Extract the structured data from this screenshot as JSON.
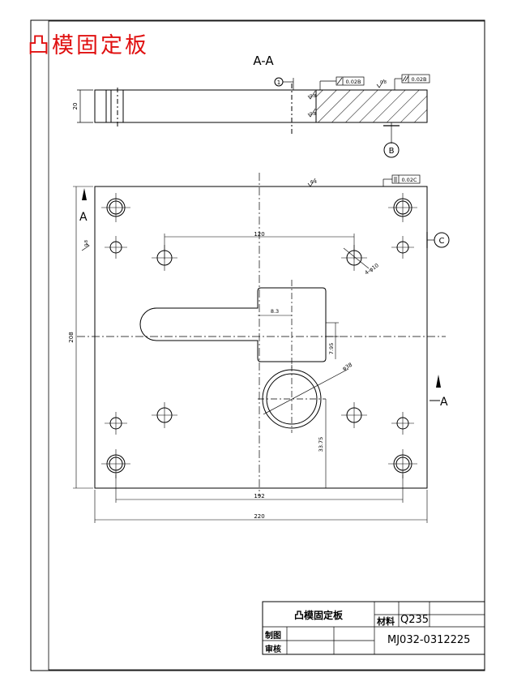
{
  "title_red": "凸模固定板",
  "section_label": "A-A",
  "view_marks": {
    "left": "A",
    "right": "A"
  },
  "datum_labels": {
    "b": "B",
    "c": "C",
    "num1": "1"
  },
  "tolerance_frames": {
    "perpendicular": "0.02B",
    "parallel": "0.02B",
    "flatness": "0.02C"
  },
  "roughness_marks": [
    "6.4",
    "0.8",
    "0.8",
    "0.8",
    "0.8"
  ],
  "dimensions": {
    "thickness": "20",
    "height_total": "208",
    "width_total": "220",
    "hole_spacing_x": "192",
    "spacing_top": "120",
    "notch_width": "8.3",
    "notch_offset": "7.95",
    "bore_dia": "φ38",
    "bore_offset": "33.75",
    "pin_holes": "4-φ10"
  },
  "title_block": {
    "part_name": "凸模固定板",
    "material_label": "材料",
    "material_value": "Q235",
    "drawn_label": "制图",
    "checked_label": "审核",
    "drawing_no": "MJ032-0312225"
  }
}
